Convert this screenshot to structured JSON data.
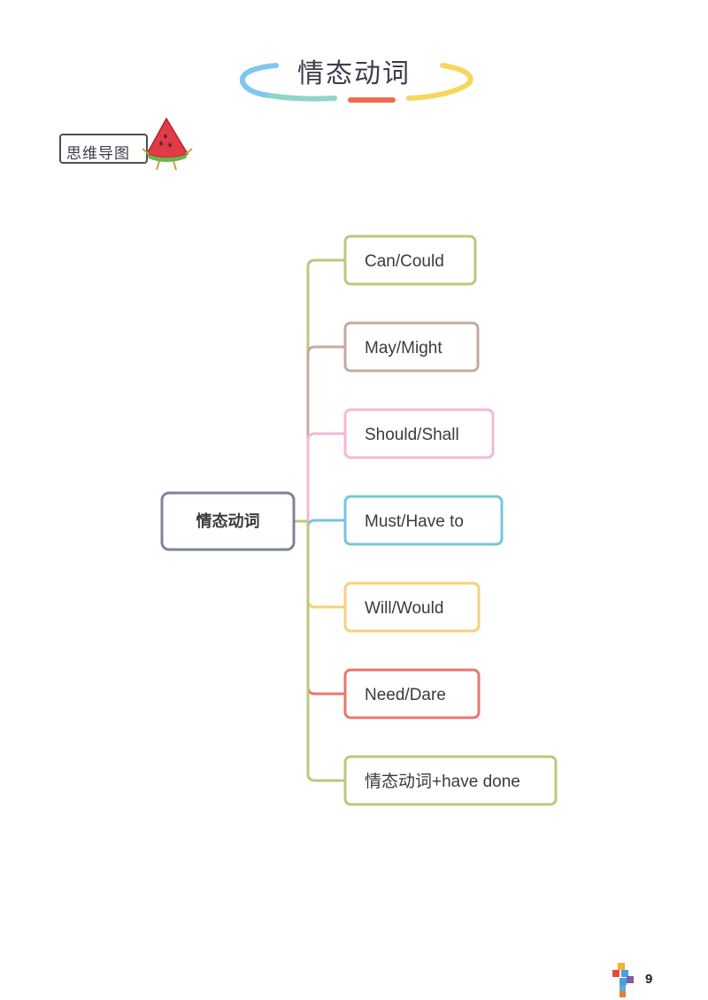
{
  "header": {
    "title": "情态动词",
    "mindmap_label": "思维导图",
    "icon": "watermelon-icon"
  },
  "diagram": {
    "root": {
      "label": "情态动词",
      "color": "#7b8599"
    },
    "branches": [
      {
        "label": "Can/Could",
        "color": "#b9c97b"
      },
      {
        "label": "May/Might",
        "color": "#c4aaa0"
      },
      {
        "label": "Should/Shall",
        "color": "#f3b8d8"
      },
      {
        "label": "Must/Have to",
        "color": "#76c6dd"
      },
      {
        "label": "Will/Would",
        "color": "#f5d279"
      },
      {
        "label": "Need/Dare",
        "color": "#e8776d"
      },
      {
        "label": "情态动词+have done",
        "color": "#b9c97b"
      }
    ]
  },
  "footer": {
    "page_number": "9",
    "logo": "colorful-blocks-logo"
  }
}
